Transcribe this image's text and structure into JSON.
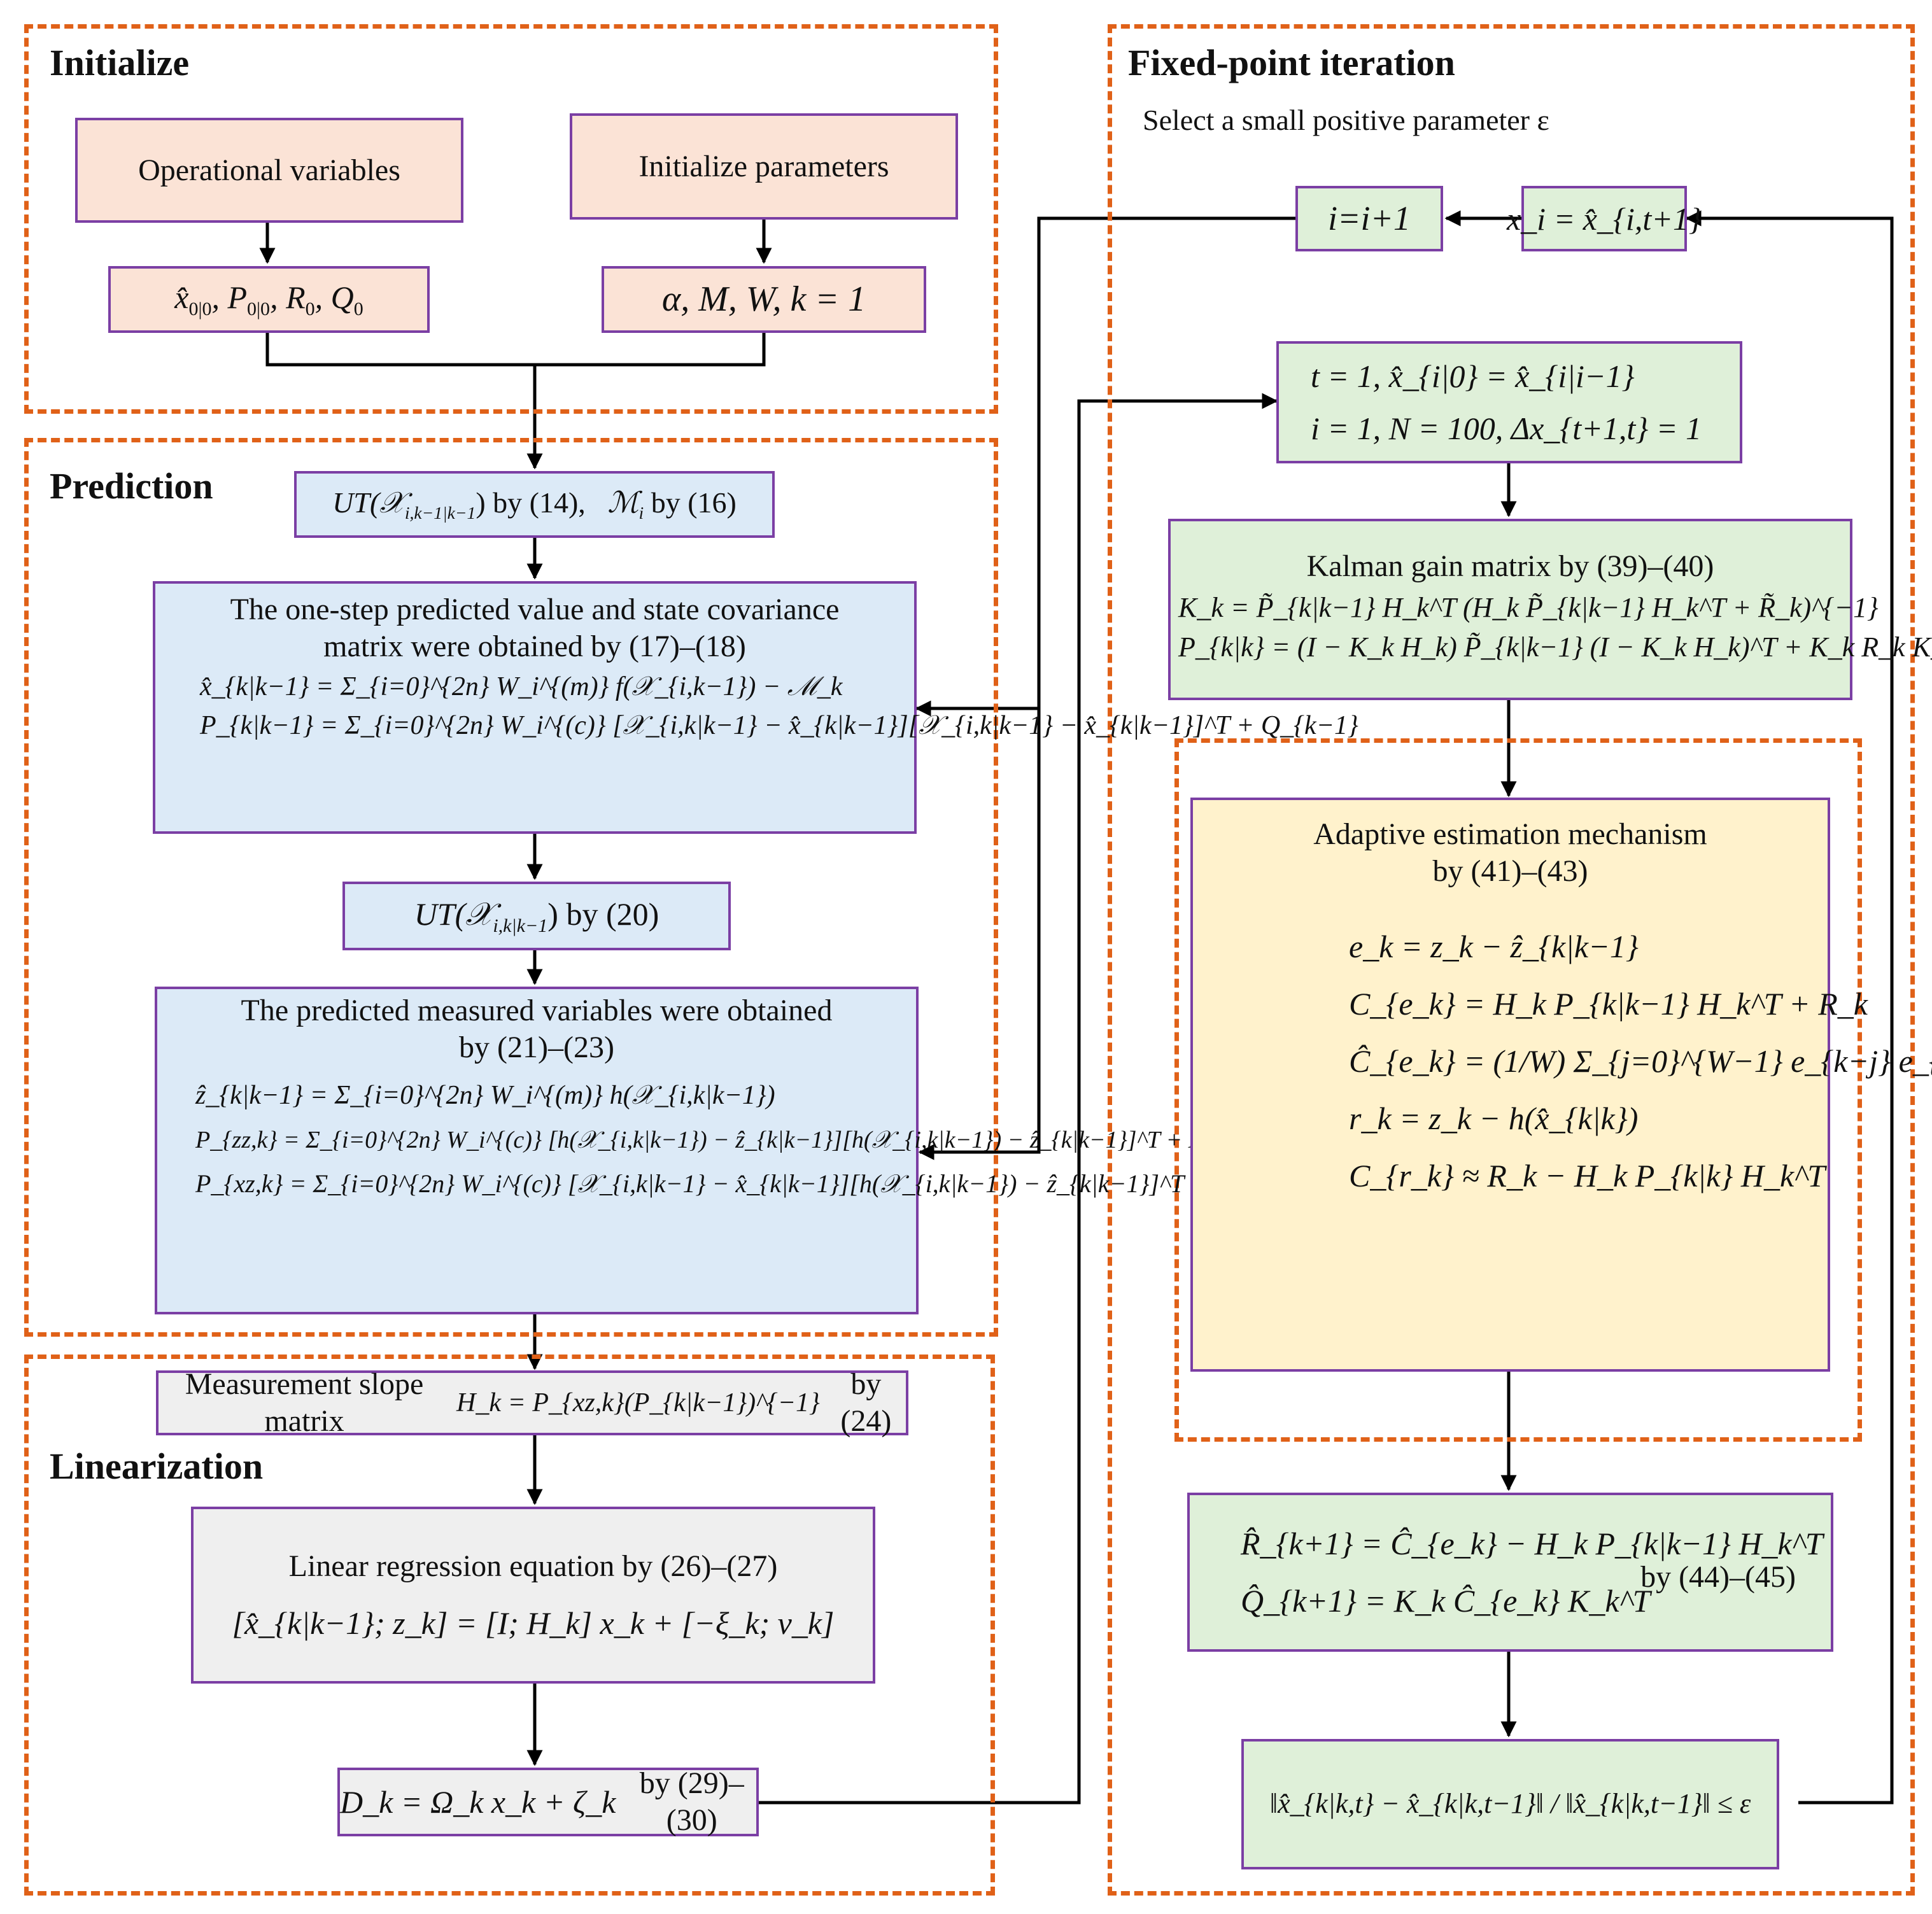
{
  "regions": {
    "initialize": "Initialize",
    "prediction": "Prediction",
    "linearization": "Linearization",
    "fixed_point": "Fixed-point iteration"
  },
  "fixed_point_note": "Select a small positive parameter ε",
  "init": {
    "operational_variables": "Operational variables",
    "initialize_parameters": "Initialize  parameters",
    "x00": "x̂",
    "x00_sub": "0|0",
    "P00": "P",
    "P00_sub": "0|0",
    "R0": "R",
    "R0_sub": "0",
    "Q0": "Q",
    "Q0_sub": "0",
    "params": "α, M, W, k = 1"
  },
  "prediction": {
    "ut_sigma": "UT(𝒳",
    "ut_sigma_sub": "i,k−1|k−1",
    "ut_sigma_ref": ") by (14),",
    "m_symbol": "ℳ",
    "m_sub": "i",
    "m_ref": " by (16)",
    "one_step_title_1": "The one-step predicted value and state covariance",
    "one_step_title_2": "matrix were obtained by (17)–(18)",
    "eq_x_pred": "x̂_{k|k−1} = Σ_{i=0}^{2n} W_i^{(m)} f(𝒳_{i,k−1}) − ℳ_k",
    "eq_P_pred": "P_{k|k−1} = Σ_{i=0}^{2n} W_i^{(c)} [𝒳_{i,k|k−1} − x̂_{k|k−1}][𝒳_{i,k|k−1} − x̂_{k|k−1}]^T + Q_{k−1}",
    "ut2": "UT(𝒳",
    "ut2_sub": "i,k|k−1",
    "ut2_ref": ") by (20)",
    "meas_title_1": "The predicted measured variables were obtained",
    "meas_title_2": "by (21)–(23)",
    "eq_z_pred": "ẑ_{k|k−1} = Σ_{i=0}^{2n} W_i^{(m)} h(𝒳_{i,k|k−1})",
    "eq_Pzz": "P_{zz,k} = Σ_{i=0}^{2n} W_i^{(c)} [h(𝒳_{i,k|k−1}) − ẑ_{k|k−1}][h(𝒳_{i,k|k−1}) − ẑ_{k|k−1}]^T + R_k",
    "eq_Pxz": "P_{xz,k} = Σ_{i=0}^{2n} W_i^{(c)} [𝒳_{i,k|k−1} − x̂_{k|k−1}][h(𝒳_{i,k|k−1}) − ẑ_{k|k−1}]^T"
  },
  "linearization": {
    "slope_label": "Measurement slope matrix",
    "slope_eq": "H_k = P_{xz,k}(P_{k|k−1})^{−1}",
    "slope_ref": "by (24)",
    "regression_title": "Linear regression equation by (26)–(27)",
    "regression_eq": "[x̂_{k|k−1}; z_k] = [I; H_k] x_k + [−ξ_k; v_k]",
    "dk_eq": "D_k = Ω_k x_k + ζ_k",
    "dk_ref": "by (29)–(30)"
  },
  "fixed": {
    "increment": "i=i+1",
    "update": "x_i = x̂_{i,t+1}",
    "init_line1": "t = 1, x̂_{i|0} = x̂_{i|i−1}",
    "init_line2": "i = 1, N = 100, Δx_{t+1,t} = 1",
    "kalman_title": "Kalman gain matrix by (39)–(40)",
    "eq_K": "K_k = P̃_{k|k−1} H_k^T (H_k P̃_{k|k−1} H_k^T + R̃_k)^{−1}",
    "eq_Pkk": "P_{k|k} = (I − K_k H_k) P̃_{k|k−1} (I − K_k H_k)^T + K_k R_k K_k^T",
    "adaptive_title_1": "Adaptive estimation mechanism",
    "adaptive_title_2": "by (41)–(43)",
    "eq_e": "e_k = z_k − ẑ_{k|k−1}",
    "eq_Ce": "C_{e_k} = H_k P_{k|k−1} H_k^T + R_k",
    "eq_Ce_hat": "Ĉ_{e_k} = (1/W) Σ_{j=0}^{W−1} e_{k−j} e_{k−j}^T",
    "eq_r": "r_k = z_k − h(x̂_{k|k})",
    "eq_Cr": "C_{r_k} ≈ R_k − H_k P_{k|k} H_k^T",
    "eq_R_next": "R̂_{k+1} = Ĉ_{e_k} − H_k P_{k|k−1} H_k^T",
    "eq_Q_next": "Q̂_{k+1} = K_k Ĉ_{e_k} K_k^T",
    "update_ref": "by (44)–(45)",
    "convergence": "‖x̂_{k|k,t} − x̂_{k|k,t−1}‖ / ‖x̂_{k|k,t−1}‖ ≤ ε"
  },
  "colors": {
    "dash": "#e06118",
    "border": "#7b3fa4",
    "peach": "#fbe3d6",
    "blue": "#dceaf7",
    "green": "#dff0d9",
    "gray": "#efefef",
    "yellow": "#fff2cc"
  }
}
